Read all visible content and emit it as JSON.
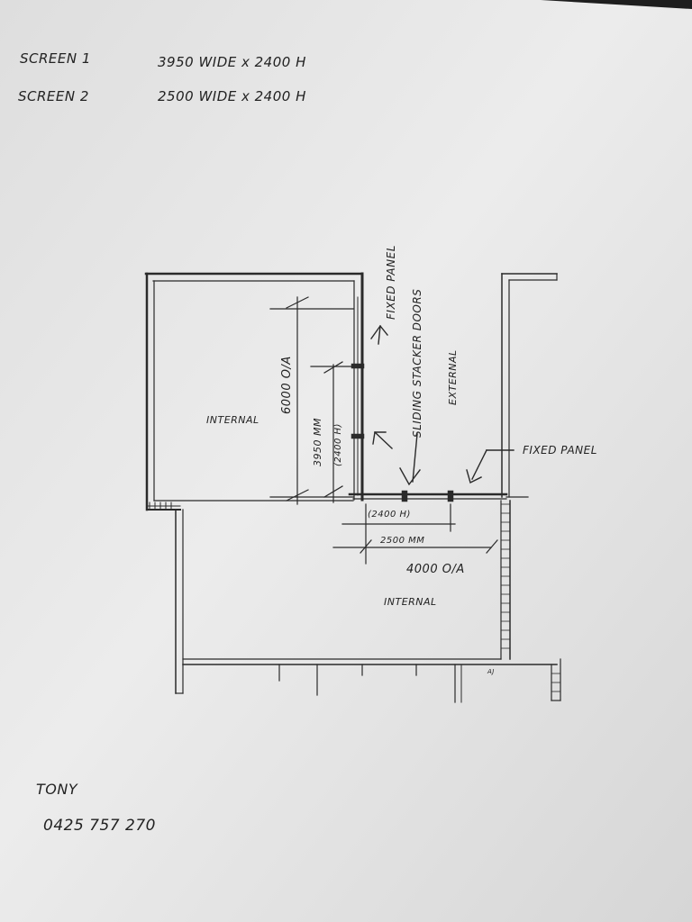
{
  "notes": {
    "screen1_label": "SCREEN 1",
    "screen1_size": "3950 WIDE x 2400 H",
    "screen2_label": "SCREEN 2",
    "screen2_size": "2500 WIDE x 2400 H"
  },
  "rooms": {
    "upper_left": "INTERNAL",
    "lower": "INTERNAL",
    "right": "EXTERNAL"
  },
  "callouts": {
    "fixed_panel_vertical": "FIXED PANEL",
    "sliding_doors": "SLIDING STACKER DOORS",
    "fixed_panel_horizontal": "FIXED PANEL"
  },
  "dimensions": {
    "overall_vertical": "6000 O/A",
    "opening_vertical": "3950 MM",
    "opening_vertical_height": "(2400 H)",
    "opening_horizontal_height": "(2400 H)",
    "opening_horizontal": "2500 MM",
    "overall_horizontal": "4000 O/A"
  },
  "drawing_initials": "AJ",
  "contact": {
    "name": "TONY",
    "phone": "0425 757 270"
  }
}
